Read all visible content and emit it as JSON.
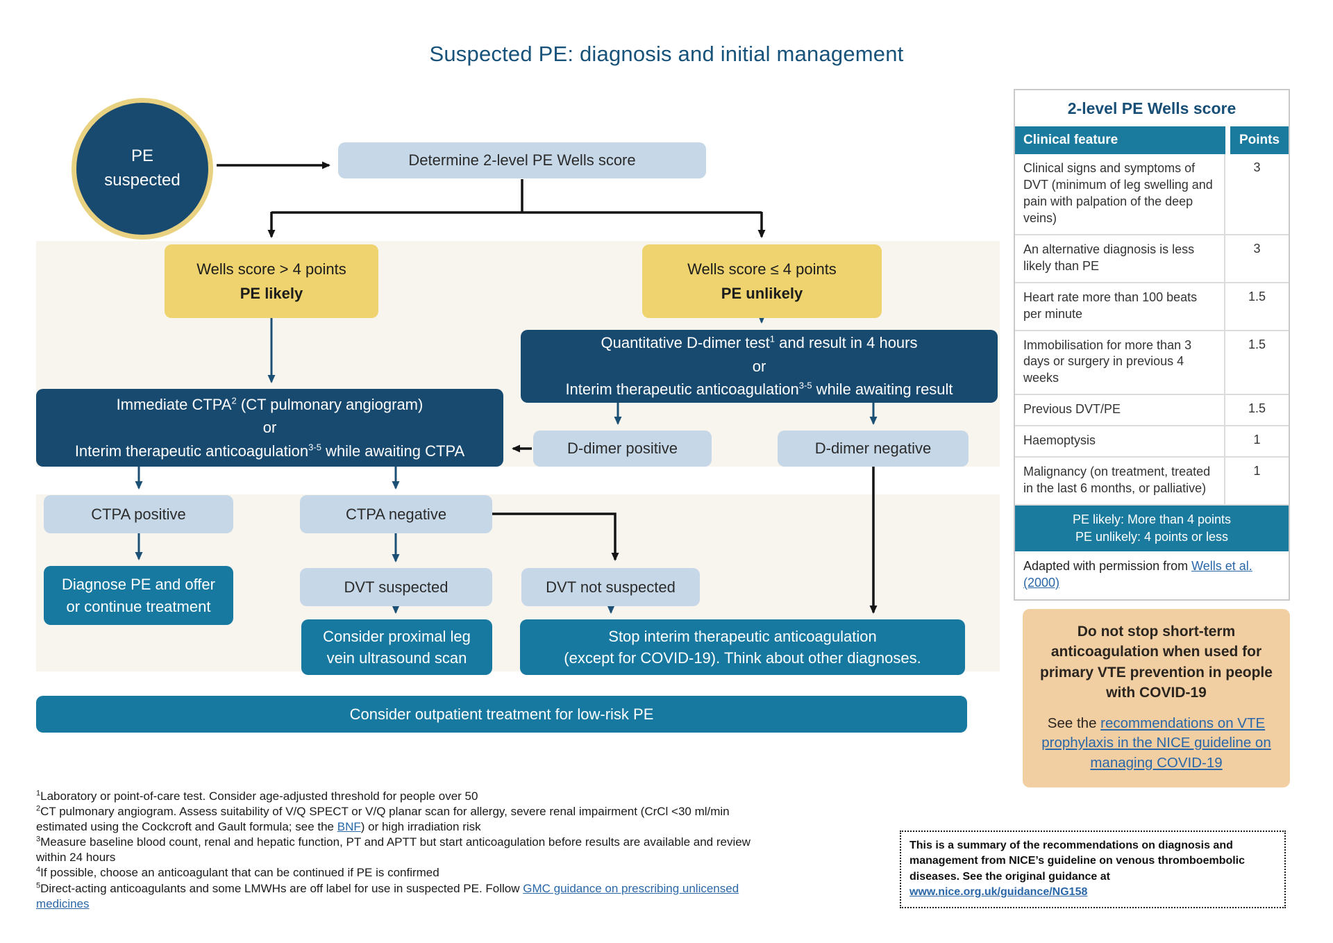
{
  "title": "Suspected PE: diagnosis and initial management",
  "flowchart": {
    "start_circle": "PE suspected",
    "determine": "Determine 2-level PE Wells score",
    "wells_gt4": {
      "line1": "Wells score > 4 points",
      "line2": "PE likely"
    },
    "wells_le4": {
      "line1": "Wells score ≤ 4 points",
      "line2": "PE unlikely"
    },
    "quantitative": {
      "l1_pre": "Quantitative D-dimer test",
      "l1_sup": "1",
      "l1_post": " and result in 4 hours",
      "l2": "or",
      "l3_pre": "Interim therapeutic anticoagulation",
      "l3_sup": "3-5",
      "l3_post": " while awaiting result"
    },
    "immediate": {
      "l1_pre": "Immediate CTPA",
      "l1_sup": "2",
      "l1_post": " (CT pulmonary angiogram)",
      "l2": "or",
      "l3_pre": "Interim therapeutic anticoagulation",
      "l3_sup": "3-5",
      "l3_post": " while awaiting CTPA"
    },
    "ddimer_positive": "D-dimer positive",
    "ddimer_negative": "D-dimer negative",
    "ctpa_positive": "CTPA positive",
    "ctpa_negative": "CTPA negative",
    "diagnose": {
      "line1": "Diagnose PE and offer",
      "line2": "or continue treatment"
    },
    "dvt_suspected": "DVT suspected",
    "dvt_not_suspected": "DVT not suspected",
    "consider_ultrasound": {
      "line1": "Consider proximal leg",
      "line2": "vein ultrasound scan"
    },
    "stop_interim": {
      "line1": "Stop interim therapeutic anticoagulation",
      "line2": "(except for COVID-19). Think about other diagnoses."
    },
    "outpatient_bar": "Consider outpatient treatment for low-risk PE"
  },
  "wells_table": {
    "title": "2-level PE Wells score",
    "col_feature": "Clinical feature",
    "col_points": "Points",
    "rows": [
      {
        "feature": "Clinical signs and symptoms of DVT (minimum of leg swelling and pain with palpation of the deep veins)",
        "points": "3"
      },
      {
        "feature": "An alternative diagnosis is less likely than PE",
        "points": "3"
      },
      {
        "feature": "Heart rate more than 100 beats per minute",
        "points": "1.5"
      },
      {
        "feature": "Immobilisation for more than 3 days or surgery in previous 4 weeks",
        "points": "1.5"
      },
      {
        "feature": "Previous DVT/PE",
        "points": "1.5"
      },
      {
        "feature": "Haemoptysis",
        "points": "1"
      },
      {
        "feature": "Malignancy (on treatment, treated in the last 6 months, or palliative)",
        "points": "1"
      }
    ],
    "footer_line1": "PE likely: More than 4 points",
    "footer_line2": "PE unlikely: 4 points or less",
    "source_pre": "Adapted with permission from ",
    "source_link": "Wells et al. (2000)"
  },
  "covid_note": {
    "bold_text": "Do not stop short-term anticoagulation when used for primary VTE prevention in people with COVID-19",
    "see_pre": "See the ",
    "see_link": "recommendations on VTE prophylaxis in the NICE guideline on managing COVID-19"
  },
  "footnotes": [
    {
      "sup": "1",
      "pre": "Laboratory or point-of-care test. Consider age-adjusted threshold for people over 50",
      "link": "",
      "post": ""
    },
    {
      "sup": "2",
      "pre": "CT pulmonary angiogram. Assess suitability of V/Q SPECT or V/Q planar scan for allergy, severe renal impairment (CrCl <30 ml/min estimated using the Cockcroft and Gault formula; see the ",
      "link": "BNF",
      "post": ") or high irradiation risk"
    },
    {
      "sup": "3",
      "pre": "Measure baseline blood count, renal and hepatic function, PT and APTT but start anticoagulation before results are available and review within 24 hours",
      "link": "",
      "post": ""
    },
    {
      "sup": "4",
      "pre": "If possible, choose an anticoagulant that can be continued if PE is confirmed",
      "link": "",
      "post": ""
    },
    {
      "sup": "5",
      "pre": "Direct-acting anticoagulants and some LMWHs are off label for use in suspected PE. Follow ",
      "link": "GMC guidance on prescribing unlicensed medicines",
      "post": ""
    }
  ],
  "summary_note": {
    "pre": "This is a summary of the recommendations on diagnosis and management from NICE’s guideline on venous thromboembolic diseases. See the original guidance at ",
    "link": "www.nice.org.uk/guidance/NG158"
  },
  "colors": {
    "navy": "#184a70",
    "teal": "#1779a0",
    "lightblue": "#c6d8e8",
    "yellow": "#eed36e",
    "cream_panel": "#f8f4ee",
    "tan_note": "#f2cfa2",
    "link_blue": "#2a67a8",
    "title_blue": "#17527a"
  }
}
